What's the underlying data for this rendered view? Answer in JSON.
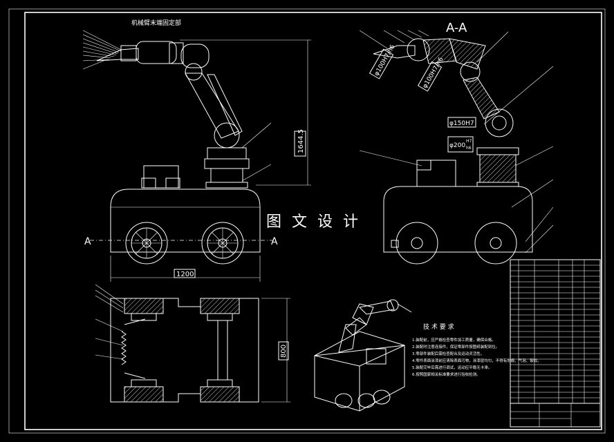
{
  "views": {
    "side_title": "机械臂末端固定部",
    "section_label": "A-A",
    "section_marker": "A",
    "watermark": "图 文 设 计"
  },
  "dimensions": {
    "height": "1644.5",
    "length": "1200",
    "width": "800"
  },
  "fits": {
    "fit1": "φ100H7/h6",
    "fit2": "φ100H7/h6",
    "fit3": "φ150H7",
    "fit4_base": "φ200",
    "fit4_upper": "H7",
    "fit4_lower": "h6"
  },
  "requirements": {
    "title": "技 术 要 求",
    "items": [
      "1.装配前，应严格检查零件加工质量，确保合格。",
      "2.装配时注意连接件，保证零部件按图纸装配到位。",
      "3.零部件装配后需检查配合及运动灵活性。",
      "4.零件表面涂漆前应清除表面污物，涂漆层均匀，不得有划痕、气泡、裂纹。",
      "5.装配完毕后需进行调试，运动应平稳无卡滞。",
      "6.按照国家相关标准要求进行验收检测。"
    ]
  },
  "title_block": {
    "rows": 26
  }
}
